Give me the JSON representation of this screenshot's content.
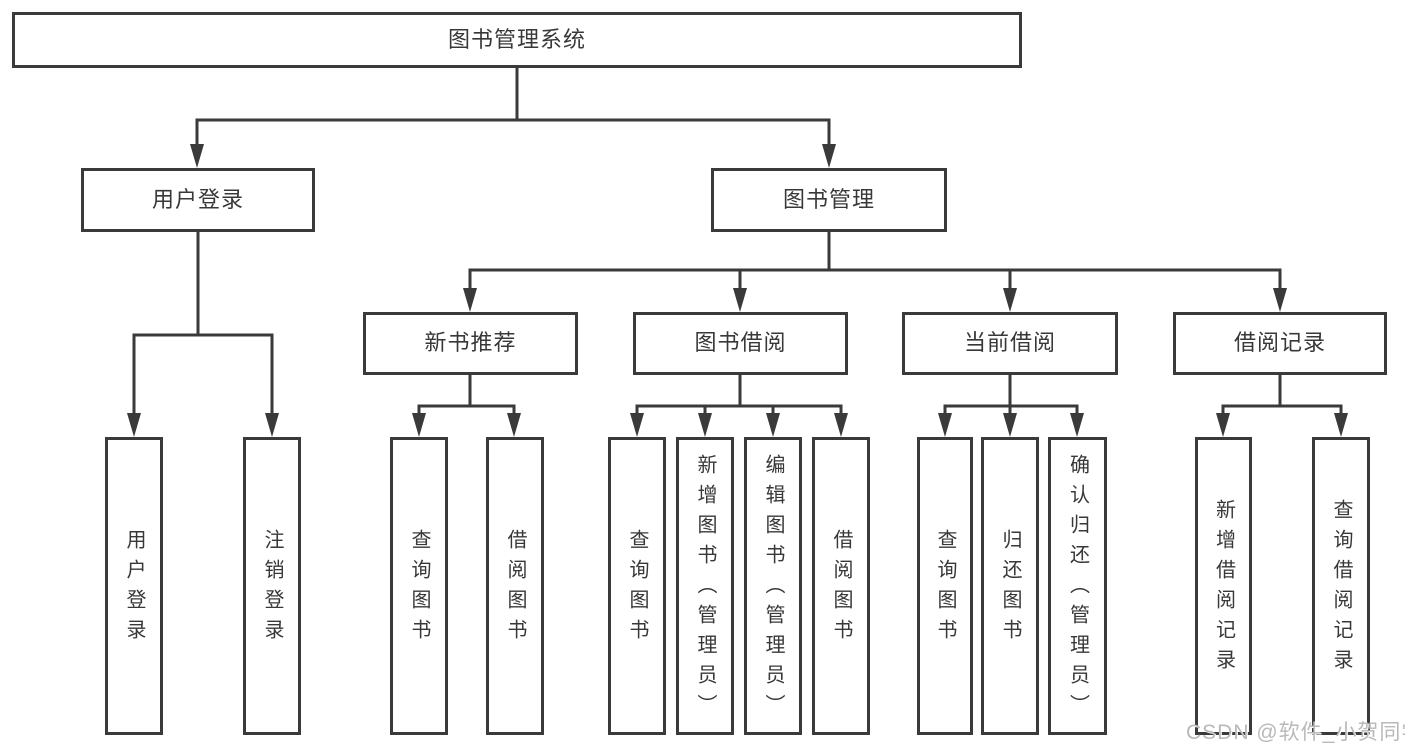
{
  "colors": {
    "background": "#ffffff",
    "line": "#3a3a3a",
    "box_border": "#3a3a3a",
    "text": "#383838",
    "watermark": "#b9b9b9"
  },
  "tree": {
    "root": {
      "label": "图书管理系统",
      "children": [
        {
          "label": "用户登录",
          "children": [
            {
              "label": "用户登录"
            },
            {
              "label": "注销登录"
            }
          ]
        },
        {
          "label": "图书管理",
          "children": [
            {
              "label": "新书推荐",
              "children": [
                {
                  "label": "查询图书"
                },
                {
                  "label": "借阅图书"
                }
              ]
            },
            {
              "label": "图书借阅",
              "children": [
                {
                  "label": "查询图书"
                },
                {
                  "label": "新增图书（管理员）"
                },
                {
                  "label": "编辑图书（管理员）"
                },
                {
                  "label": "借阅图书"
                }
              ]
            },
            {
              "label": "当前借阅",
              "children": [
                {
                  "label": "查询图书"
                },
                {
                  "label": "归还图书"
                },
                {
                  "label": "确认归还（管理员）"
                }
              ]
            },
            {
              "label": "借阅记录",
              "children": [
                {
                  "label": "新增借阅记录"
                },
                {
                  "label": "查询借阅记录"
                }
              ]
            }
          ]
        }
      ]
    }
  },
  "watermark": {
    "text": "CSDN @软件_小贺同学"
  }
}
